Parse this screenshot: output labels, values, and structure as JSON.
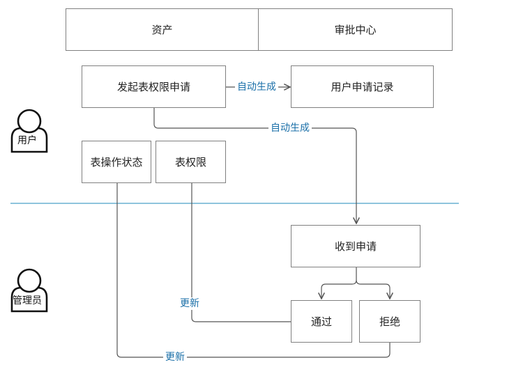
{
  "header": {
    "asset_tab": "资产",
    "approval_tab": "审批中心"
  },
  "nodes": {
    "initiate_request": "发起表权限申请",
    "user_request_record": "用户申请记录",
    "table_operation_status": "表操作状态",
    "table_permission": "表权限",
    "receive_request": "收到申请",
    "approve": "通过",
    "reject": "拒绝"
  },
  "roles": {
    "user": "用户",
    "admin": "管理员"
  },
  "edge_labels": {
    "auto_generate_record": "自动生成",
    "auto_generate_request": "自动生成",
    "update_permission": "更新",
    "update_status": "更新"
  },
  "colors": {
    "divider": "#4aa0c8",
    "edge_label": "#1a6fa8",
    "stroke": "#555555"
  }
}
